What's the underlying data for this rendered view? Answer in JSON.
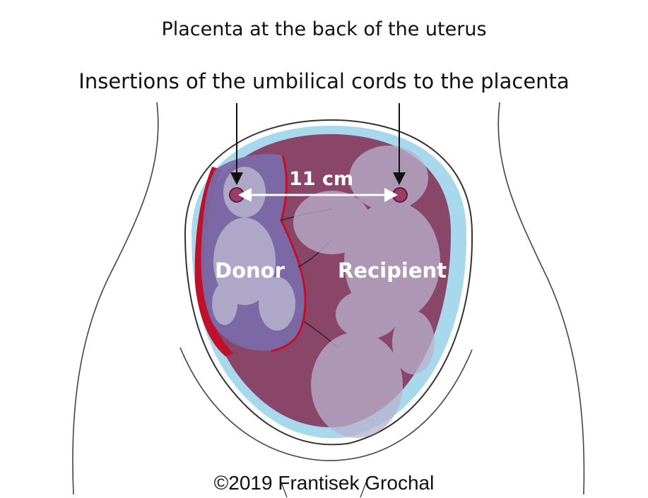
{
  "title_top": "Placenta at the back of the uterus",
  "title_bottom": "Insertions of the umbilical cords to the placenta",
  "distance_label": "11 cm",
  "donor_label": "Donor",
  "recipient_label": "Recipient",
  "copyright": "©2019 Frantisek Grochal",
  "colors": {
    "amniotic_fluid": "#a8d8ec",
    "placenta": "#8a4668",
    "donor_sac": "#7a6aa8",
    "vessel_red": "#c0112a",
    "fetus": "#b9b2cf",
    "outline": "#333333"
  }
}
